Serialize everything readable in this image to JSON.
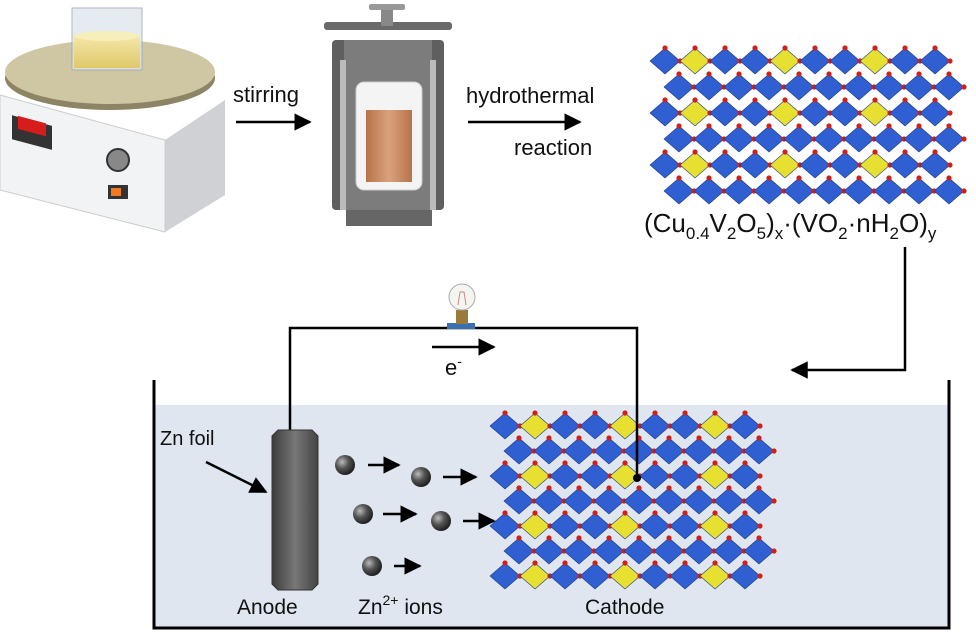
{
  "steps": {
    "stirring": "stirring",
    "hydrothermal_line1": "hydrothermal",
    "hydrothermal_line2": "reaction"
  },
  "formula": {
    "open1": "(Cu",
    "sub_cu": "0.4",
    "v": "V",
    "sub_v": "2",
    "o": "O",
    "sub_o": "5",
    "close1": ")",
    "sub_x": "x",
    "dot": "·(VO",
    "sub_vo": "2",
    "water": "·nH",
    "sub_h": "2",
    "close2": "O)",
    "sub_y": "y"
  },
  "cell": {
    "zn_foil": "Zn foil",
    "electron": "e",
    "electron_sup": "-",
    "anode": "Anode",
    "ions": "Zn",
    "ions_sup": "2+",
    "ions_suffix": " ions",
    "cathode": "Cathode"
  },
  "colors": {
    "electrolyte": "#dfe6ef",
    "octahedra_blue": "#2f5fd0",
    "pyramid_yellow": "#e8e030",
    "oxygen_red": "#d0201a",
    "anode": "#5a5a5a"
  }
}
